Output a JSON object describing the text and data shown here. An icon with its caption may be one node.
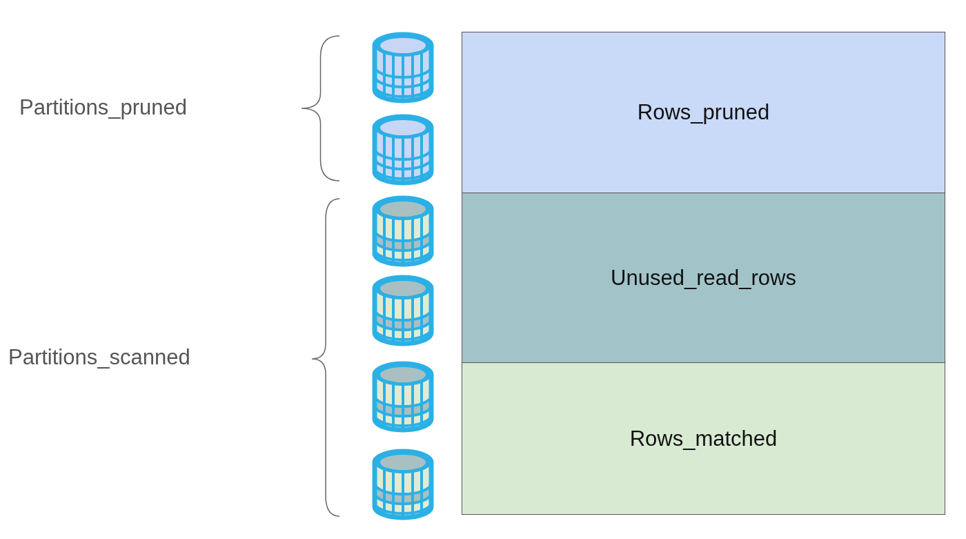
{
  "diagram": {
    "nodes": [
      {
        "text": [],
        "shape": "cylinder"
      },
      {
        "text": [],
        "shape": "cylinder"
      },
      {
        "text": [],
        "shape": "cylinder"
      },
      {
        "text": [],
        "shape": "cylinder"
      },
      {
        "text": [],
        "shape": "cylinder"
      },
      {
        "text": [],
        "shape": "cylinder"
      },
      {
        "text": [
          "Rows_pruned"
        ]
      },
      {
        "text": [
          "Unused_read_rows"
        ]
      },
      {
        "text": [
          "Rows_matched"
        ]
      }
    ],
    "edges": [],
    "labels": [
      "Partitions_pruned",
      "Partitions_scanned"
    ]
  }
}
